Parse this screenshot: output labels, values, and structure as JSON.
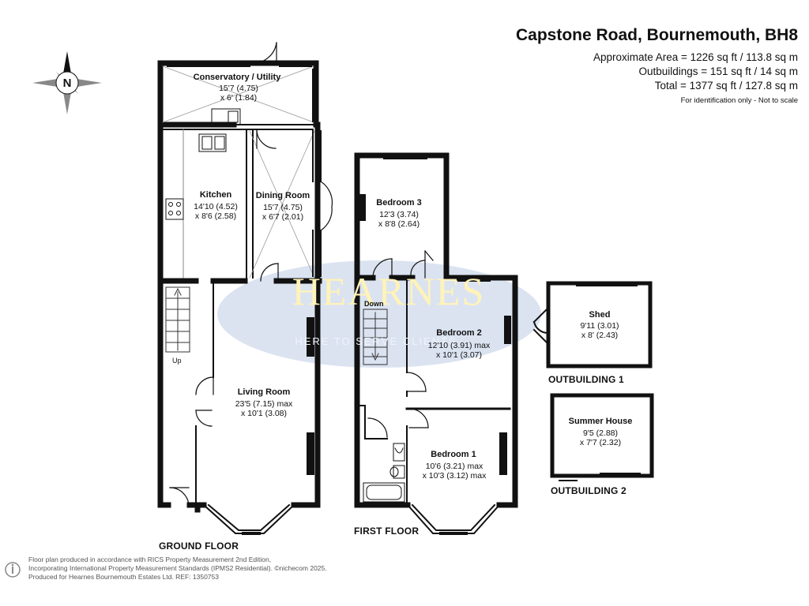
{
  "header": {
    "title": "Capstone Road, Bournemouth, BH8",
    "area_lines": [
      "Approximate Area = 1226 sq ft / 113.8 sq m",
      "Outbuildings = 151 sq ft / 14 sq m",
      "Total = 1377 sq ft / 127.8 sq m"
    ],
    "disclaimer": "For identification only - Not to scale"
  },
  "compass": {
    "letter": "N",
    "icon": "compass-icon"
  },
  "watermark": {
    "brand": "HEARNES",
    "tagline": "HERE TO SERVE CLIENTS"
  },
  "ground_floor": {
    "label": "GROUND FLOOR",
    "rooms": [
      {
        "name": "Conservatory / Utility",
        "dims": [
          "15'7 (4.75)",
          "x 6' (1.84)"
        ]
      },
      {
        "name": "Kitchen",
        "dims": [
          "14'10 (4.52)",
          "x 8'6 (2.58)"
        ]
      },
      {
        "name": "Dining Room",
        "dims": [
          "15'7 (4.75)",
          "x 6'7 (2.01)"
        ]
      },
      {
        "name": "Living Room",
        "dims": [
          "23'5 (7.15) max",
          "x 10'1 (3.08)"
        ]
      }
    ],
    "stairs_label": "Up"
  },
  "first_floor": {
    "label": "FIRST FLOOR",
    "rooms": [
      {
        "name": "Bedroom 3",
        "dims": [
          "12'3 (3.74)",
          "x 8'8 (2.64)"
        ]
      },
      {
        "name": "Bedroom 2",
        "dims": [
          "12'10 (3.91) max",
          "x 10'1 (3.07)"
        ]
      },
      {
        "name": "Bedroom 1",
        "dims": [
          "10'6 (3.21) max",
          "x 10'3 (3.12) max"
        ]
      }
    ],
    "stairs_label": "Down"
  },
  "outbuilding_1": {
    "label": "OUTBUILDING 1",
    "room": {
      "name": "Shed",
      "dims": [
        "9'11 (3.01)",
        "x 8' (2.43)"
      ]
    }
  },
  "outbuilding_2": {
    "label": "OUTBUILDING 2",
    "room": {
      "name": "Summer House",
      "dims": [
        "9'5 (2.88)",
        "x 7'7 (2.32)"
      ]
    }
  },
  "footer": {
    "lines": [
      "Floor plan produced in accordance with RICS Property Measurement 2nd Edition,",
      "Incorporating International Property Measurement Standards (IPMS2 Residential).  ©nichecom 2025.",
      "Produced for Hearnes Bournemouth Estates Ltd.   REF:  1350753"
    ],
    "logo_icon": "nichecom-logo-icon"
  }
}
